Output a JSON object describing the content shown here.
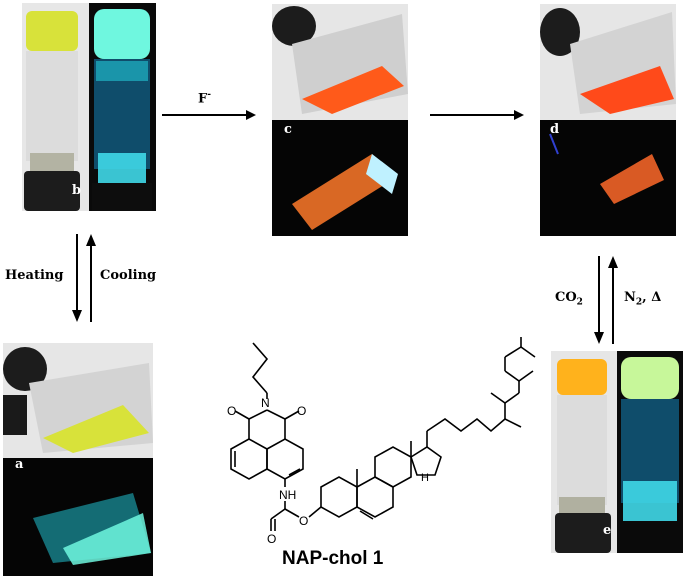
{
  "panels": {
    "a": {
      "label": "a"
    },
    "b": {
      "label": "b"
    },
    "c": {
      "label": "c"
    },
    "d": {
      "label": "d"
    },
    "e": {
      "label": "e"
    }
  },
  "arrows": {
    "f_minus": "F",
    "f_minus_sup": "-",
    "heating": "Heating",
    "cooling": "Cooling",
    "co2": "CO",
    "co2_sub": "2",
    "n2_delta_a": "N",
    "n2_delta_sub": "2",
    "n2_delta_b": ", Δ"
  },
  "structure": {
    "name": "NAP-chol 1",
    "atoms": {
      "o1": "O",
      "n_imide": "N",
      "o2": "O",
      "nh": "NH",
      "o_carbonyl": "O",
      "o_ester": "O",
      "h": "H"
    }
  },
  "colors": {
    "yellow_gel": "#d8e23a",
    "cyan_fluor": "#5ff5e0",
    "orange_solution": "#ff5a1a",
    "orange_gel": "#ff9c1a",
    "dark_bg": "#0a0a0a",
    "cap": "#1c1c1c"
  }
}
